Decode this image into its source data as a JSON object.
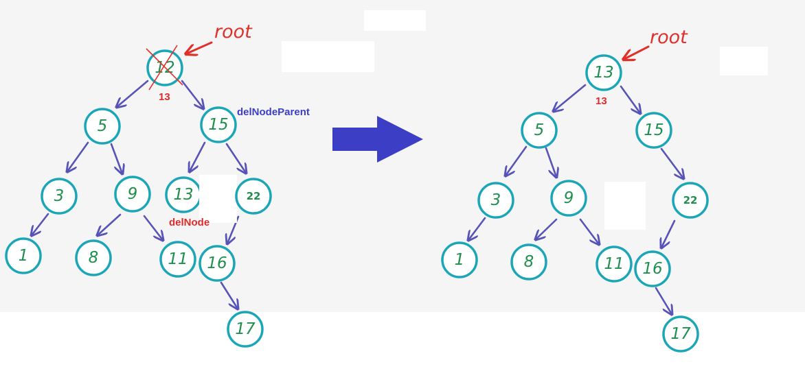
{
  "colors": {
    "node_stroke": "#1ba6b8",
    "node_text": "#1f8f4e",
    "edge": "#5753b8",
    "annotation_red": "#e02a2a",
    "annotation_blue": "#3c3fc6",
    "transition_arrow": "#3c3fc6"
  },
  "icons": [
    "root-arrow-icon",
    "transition-arrow-icon",
    "cross-out-icon"
  ],
  "before": {
    "root_label": "root",
    "nodes": [
      "12",
      "5",
      "15",
      "3",
      "9",
      "13",
      "22",
      "1",
      "8",
      "11",
      "16",
      "17"
    ],
    "replacement_label": "13",
    "del_node_parent_label": "delNodeParent",
    "del_node_label": "delNode"
  },
  "after": {
    "root_label": "root",
    "nodes": [
      "13",
      "5",
      "15",
      "3",
      "9",
      "22",
      "1",
      "8",
      "11",
      "16",
      "17"
    ],
    "replacement_label": "13"
  }
}
